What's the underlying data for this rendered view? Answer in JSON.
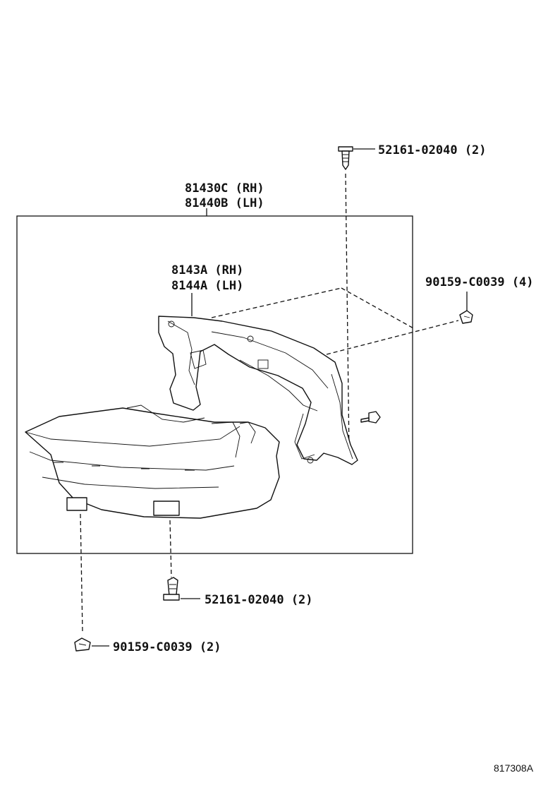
{
  "labels": {
    "screw_top": "52161-02040 (2)",
    "assembly_rh": "81430C (RH)",
    "assembly_lh": "81440B (LH)",
    "bracket_rh": "8143A (RH)",
    "bracket_lh": "8144A (LH)",
    "nut_right": "90159-C0039 (4)",
    "screw_bottom": "52161-02040 (2)",
    "nut_bottom": "90159-C0039 (2)"
  },
  "diagram_code": "817308A",
  "icons": {
    "screw": "screw-icon",
    "clip_nut": "clip-nut-icon",
    "bolt": "bolt-icon",
    "lamp": "fog-lamp-housing",
    "bracket": "lamp-bracket"
  }
}
